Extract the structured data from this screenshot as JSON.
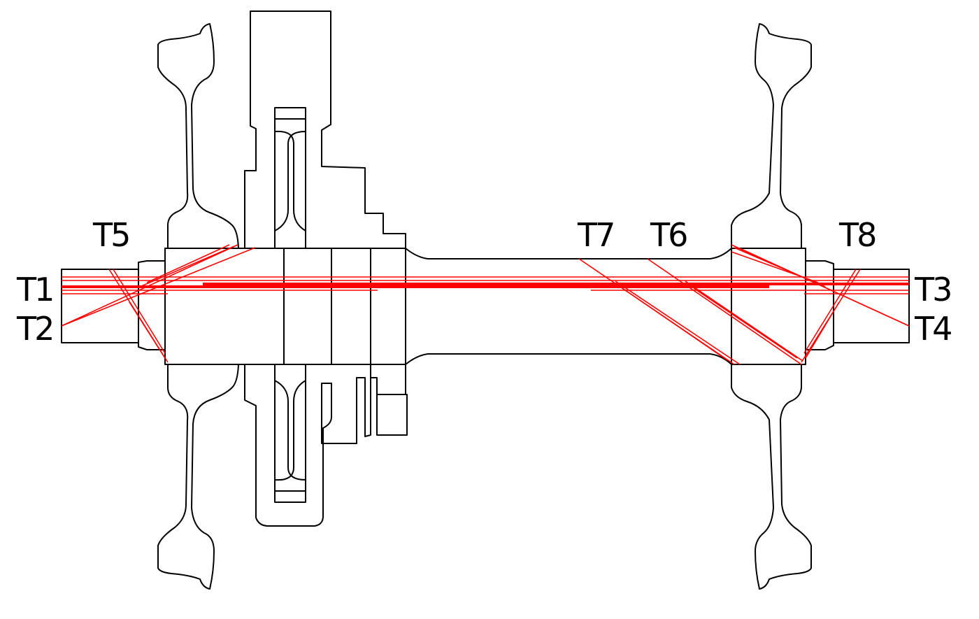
{
  "diagram": {
    "labels": {
      "t1": "T1",
      "t2": "T2",
      "t3": "T3",
      "t4": "T4",
      "t5": "T5",
      "t6": "T6",
      "t7": "T7",
      "t8": "T8"
    },
    "colors": {
      "outline": "#000000",
      "ray": "#ff0000",
      "background": "#ffffff"
    }
  }
}
